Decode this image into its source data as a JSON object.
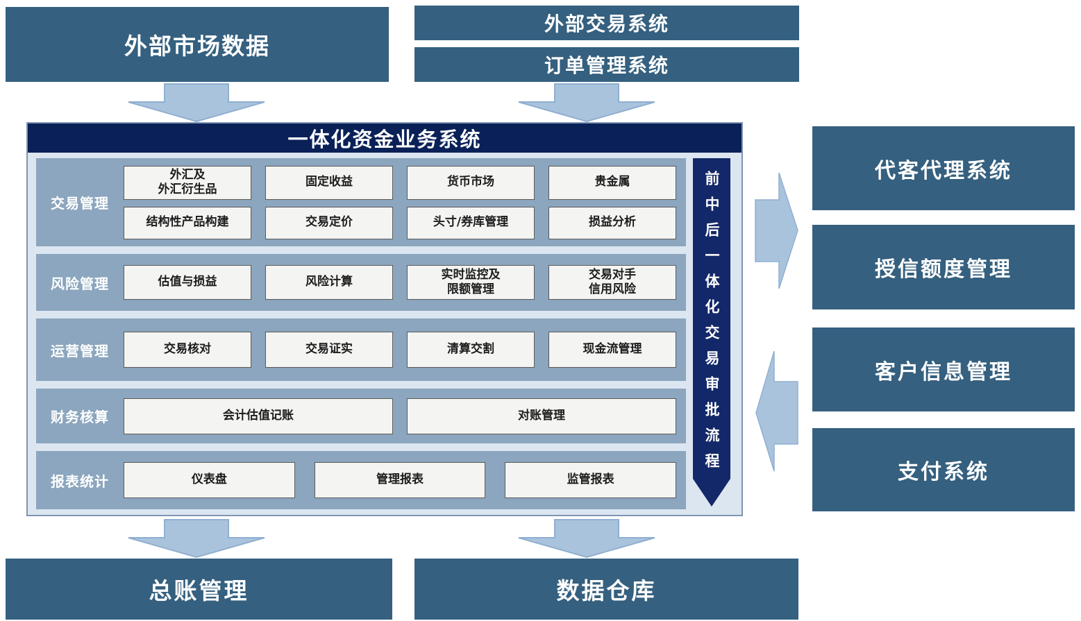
{
  "colors": {
    "box_dark": "#35607F",
    "navy_title": "#0A2158",
    "navy_ribbon": "#132868",
    "panel": "#8BA6BE",
    "cell_bg": "#F4F4F2",
    "cell_border": "#5A5A5A",
    "container_bg": "#DCE6F1",
    "container_border": "#8095B2",
    "arrow_fill": "#AAC3DD",
    "arrow_stroke": "#8FAFD0"
  },
  "top": {
    "market_data": "外部市场数据",
    "external_trading": "外部交易系统",
    "order_management": "订单管理系统"
  },
  "core": {
    "title": "一体化资金业务系统",
    "ribbon": "前中后一体化交易审批流程",
    "rows": [
      {
        "label": "交易管理",
        "groups": [
          [
            "外汇及\n外汇衍生品",
            "固定收益",
            "货币市场",
            "贵金属"
          ],
          [
            "结构性产品构建",
            "交易定价",
            "头寸/券库管理",
            "损益分析"
          ]
        ]
      },
      {
        "label": "风险管理",
        "groups": [
          [
            "估值与损益",
            "风险计算",
            "实时监控及\n限额管理",
            "交易对手\n信用风险"
          ]
        ]
      },
      {
        "label": "运营管理",
        "groups": [
          [
            "交易核对",
            "交易证实",
            "清算交割",
            "现金流管理"
          ]
        ]
      },
      {
        "label": "财务核算",
        "groups": [
          [
            "会计估值记账",
            "对账管理"
          ]
        ]
      },
      {
        "label": "报表统计",
        "groups": [
          [
            "仪表盘",
            "管理报表",
            "监管报表"
          ]
        ]
      }
    ]
  },
  "right": {
    "items": [
      "代客代理系统",
      "授信额度管理",
      "客户信息管理",
      "支付系统"
    ]
  },
  "bottom": {
    "general_ledger": "总账管理",
    "data_warehouse": "数据仓库"
  }
}
